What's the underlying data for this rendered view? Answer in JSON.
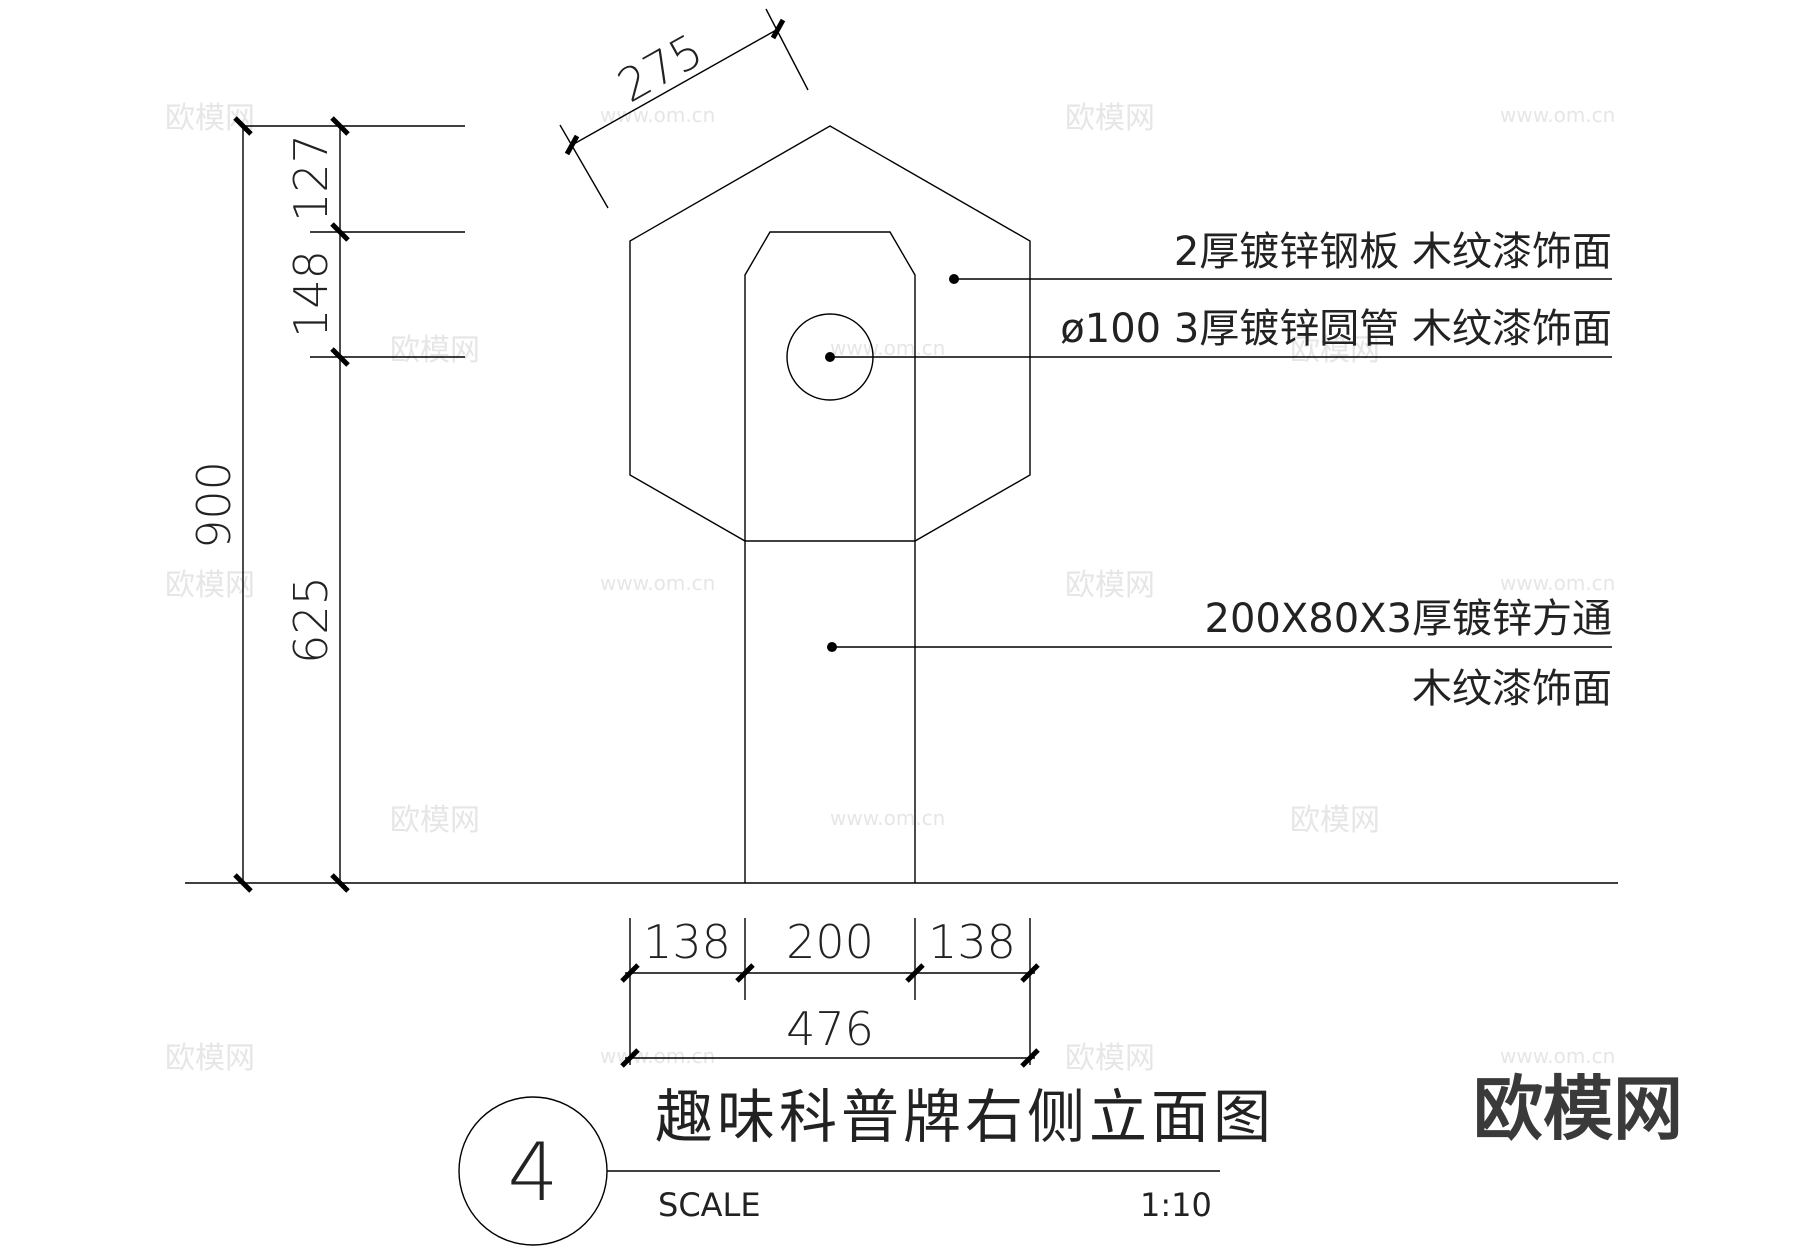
{
  "dimensions": {
    "top_angled": "275",
    "left_total": "900",
    "left_seg1": "127",
    "left_seg2": "148",
    "left_seg3": "625",
    "bottom_left": "138",
    "bottom_mid": "200",
    "bottom_right": "138",
    "bottom_total": "476"
  },
  "notes": {
    "plate": "2厚镀锌钢板  木纹漆饰面",
    "tube": "ø100  3厚镀锌圆管  木纹漆饰面",
    "post_line1": "200X80X3厚镀锌方通",
    "post_line2": "木纹漆饰面"
  },
  "title_block": {
    "number": "4",
    "title": "趣味科普牌右侧立面图",
    "scale_label": "SCALE",
    "scale_value": "1:10"
  },
  "watermarks": {
    "logo": "欧模网",
    "url": "www.om.cn"
  }
}
